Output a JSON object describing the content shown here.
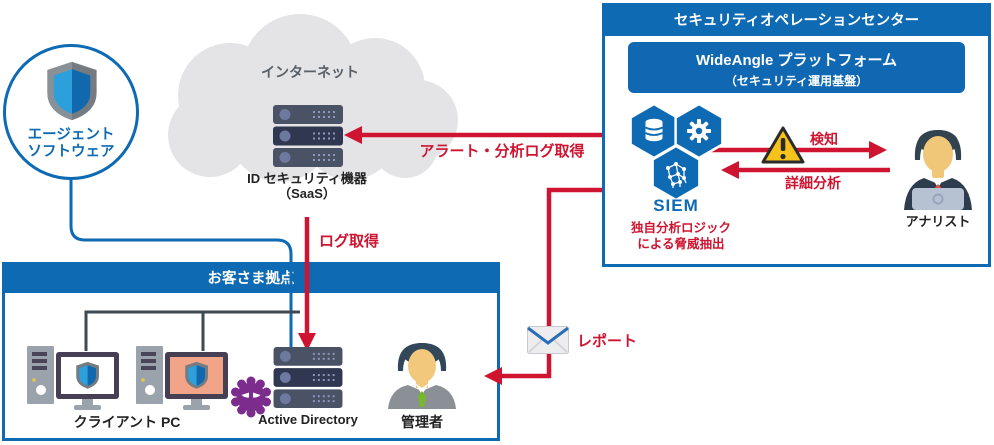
{
  "colors": {
    "primary_blue": "#0d6ab3",
    "accent_red": "#ce1431"
  },
  "soc": {
    "title": "セキュリティオペレーションセンター",
    "platform": {
      "title": "WideAngle プラットフォーム",
      "subtitle": "（セキュリティ運用基盤）"
    },
    "siem": {
      "label": "SIEM",
      "note_line1": "独自分析ロジック",
      "note_line2": "による脅威抽出"
    },
    "flows": {
      "detect": "検知",
      "detail_analysis": "詳細分析"
    },
    "analyst_label": "アナリスト"
  },
  "internet": {
    "label": "インターネット",
    "device_line1": "ID セキュリティ機器",
    "device_line2": "（SaaS）"
  },
  "agent": {
    "line1": "エージェント",
    "line2": "ソフトウェア"
  },
  "customer": {
    "title": "お客さま拠点",
    "client_pc": "クライアント PC",
    "active_directory": "Active Directory",
    "admin": "管理者"
  },
  "flows": {
    "alert_log": "アラート・分析ログ取得",
    "log": "ログ取得",
    "report": "レポート"
  }
}
